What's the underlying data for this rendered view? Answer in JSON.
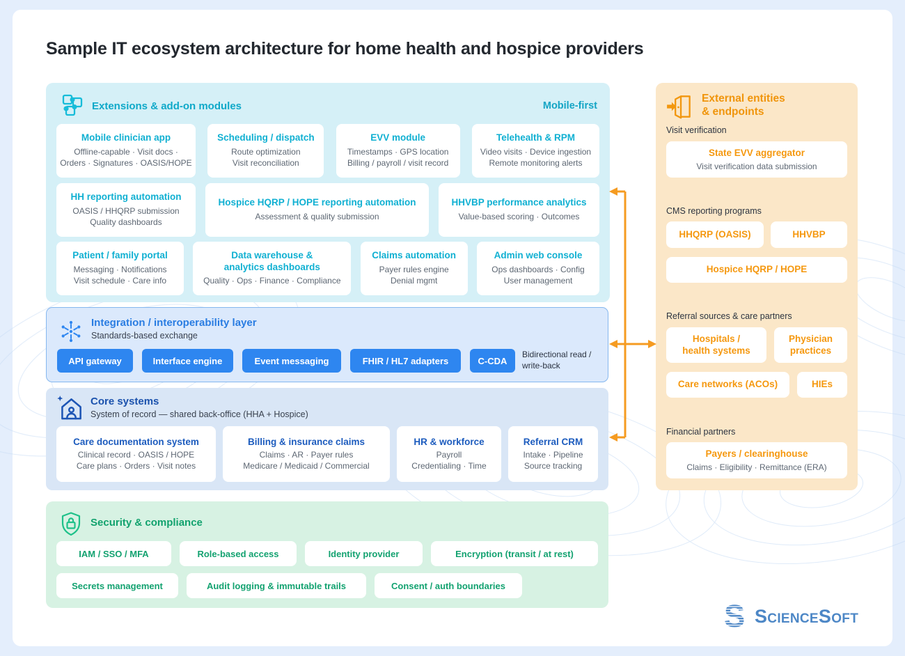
{
  "title": "Sample IT ecosystem architecture for home health and hospice providers",
  "colors": {
    "accent_cyan": "#10b0d2",
    "accent_blue": "#2e86f0",
    "accent_core_blue": "#1b52ad",
    "accent_green": "#13a270",
    "accent_orange": "#f5980f",
    "arrow_orange": "#f59b21",
    "logo_blue": "#4d87c6"
  },
  "extensions": {
    "title": "Extensions & add-on modules",
    "badge": "Mobile-first",
    "icon": "puzzle-icon",
    "rows": [
      [
        {
          "title": "Mobile clinician app",
          "desc": [
            "Offline-capable · Visit docs ·",
            "Orders · Signatures · OASIS/HOPE"
          ]
        },
        {
          "title": "Scheduling / dispatch",
          "desc": [
            "Route optimization",
            "Visit reconciliation"
          ]
        },
        {
          "title": "EVV module",
          "desc": [
            "Timestamps · GPS location",
            "Billing / payroll / visit record"
          ]
        },
        {
          "title": "Telehealth & RPM",
          "desc": [
            "Video visits · Device ingestion",
            "Remote monitoring alerts"
          ]
        }
      ],
      [
        {
          "title": "HH reporting automation",
          "desc": [
            "OASIS / HHQRP submission",
            "Quality dashboards"
          ]
        },
        {
          "title": "Hospice HQRP / HOPE reporting automation",
          "desc": [
            "Assessment & quality submission"
          ]
        },
        {
          "title": "HHVBP performance analytics",
          "desc": [
            "Value-based scoring · Outcomes"
          ]
        }
      ],
      [
        {
          "title": "Patient / family portal",
          "desc": [
            "Messaging · Notifications",
            "Visit schedule · Care info"
          ]
        },
        {
          "title": "Data warehouse & analytics dashboards",
          "desc": [
            "Quality · Ops · Finance · Compliance"
          ]
        },
        {
          "title": "Claims automation",
          "desc": [
            "Payer rules engine",
            "Denial mgmt"
          ]
        },
        {
          "title": "Admin web console",
          "desc": [
            "Ops dashboards · Config",
            "User management"
          ]
        }
      ]
    ]
  },
  "integration": {
    "title": "Integration / interoperability layer",
    "subtitle": "Standards-based exchange",
    "icon": "hub-icon",
    "buttons": [
      "API gateway",
      "Interface engine",
      "Event messaging",
      "FHIR / HL7 adapters",
      "C-CDA"
    ],
    "note": [
      "Bidirectional read /",
      "write-back"
    ]
  },
  "core": {
    "title": "Core systems",
    "subtitle": "System of record — shared back-office (HHA + Hospice)",
    "icon": "home-user-icon",
    "cards": [
      {
        "title": "Care documentation system",
        "desc": [
          "Clinical record · OASIS / HOPE",
          "Care plans · Orders · Visit notes"
        ]
      },
      {
        "title": "Billing & insurance claims",
        "desc": [
          "Claims · AR · Payer rules",
          "Medicare / Medicaid / Commercial"
        ]
      },
      {
        "title": "HR & workforce",
        "desc": [
          "Payroll",
          "Credentialing · Time"
        ]
      },
      {
        "title": "Referral CRM",
        "desc": [
          "Intake · Pipeline",
          "Source tracking"
        ]
      }
    ]
  },
  "security": {
    "title": "Security & compliance",
    "icon": "shield-lock-icon",
    "rows": [
      [
        "IAM / SSO / MFA",
        "Role-based access",
        "Identity provider",
        "Encryption (transit / at rest)"
      ],
      [
        "Secrets management",
        "Audit logging & immutable trails",
        "Consent / auth boundaries"
      ]
    ]
  },
  "external": {
    "title": [
      "External entities",
      "& endpoints"
    ],
    "icon": "door-arrow-icon",
    "groups": [
      {
        "label": "Visit verification",
        "cards": [
          {
            "title": "State EVV aggregator",
            "desc": "Visit verification data submission"
          }
        ]
      },
      {
        "label": "CMS reporting programs",
        "cards": [
          {
            "title": "HHQRP (OASIS)"
          },
          {
            "title": "HHVBP"
          },
          {
            "title": "Hospice HQRP / HOPE"
          }
        ]
      },
      {
        "label": "Referral sources & care partners",
        "cards": [
          {
            "title": "Hospitals / health systems"
          },
          {
            "title": "Physician practices"
          },
          {
            "title": "Care networks (ACOs)"
          },
          {
            "title": "HIEs"
          }
        ]
      },
      {
        "label": "Financial partners",
        "cards": [
          {
            "title": "Payers / clearinghouse",
            "desc": "Claims · Eligibility · Remittance (ERA)"
          }
        ]
      }
    ]
  },
  "logo": {
    "text": "ScienceSoft"
  }
}
